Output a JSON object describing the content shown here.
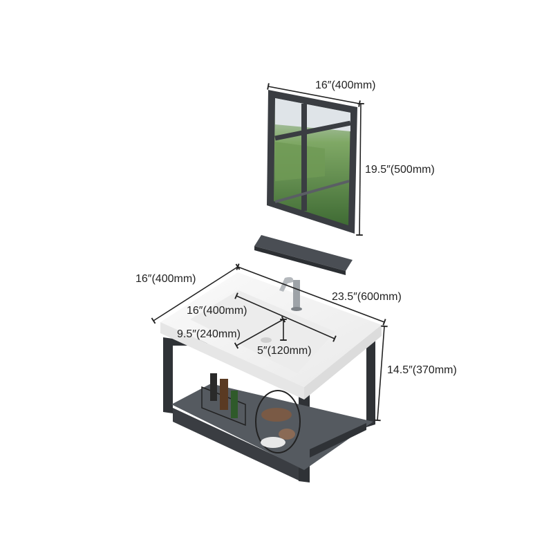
{
  "dimensions": {
    "mirror_width": "16″(400mm)",
    "mirror_height": "19.5″(500mm)",
    "vanity_depth": "16″(400mm)",
    "vanity_width": "23.5″(600mm)",
    "basin_width": "16″(400mm)",
    "basin_depth": "9.5″(240mm)",
    "basin_bowl_depth": "5″(120mm)",
    "vanity_height": "14.5″(370mm)"
  },
  "colors": {
    "frame": "#3a3d42",
    "basin": "#f4f4f4",
    "background": "#ffffff"
  }
}
